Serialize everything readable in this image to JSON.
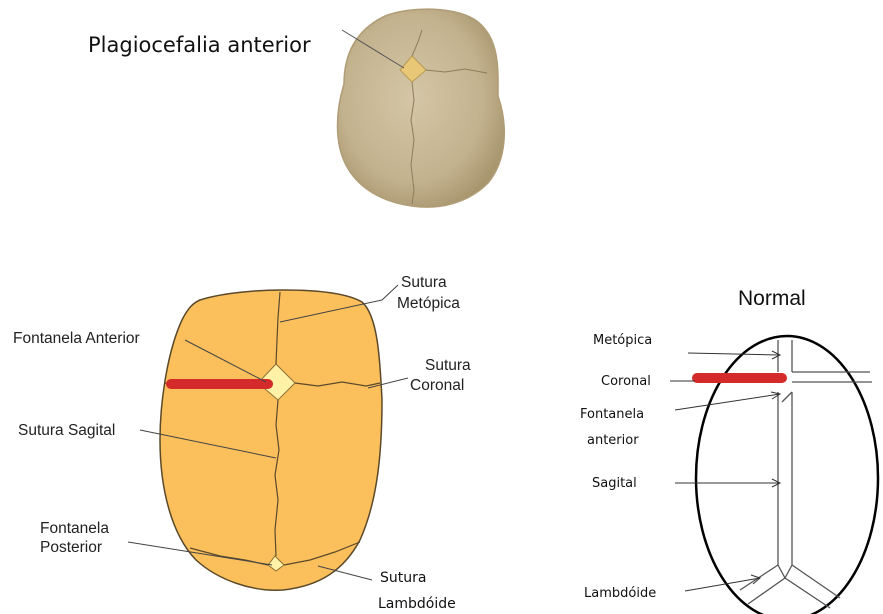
{
  "top": {
    "label": "Plagiocefalia anterior"
  },
  "middle": {
    "sutura_metopica_1": "Sutura",
    "sutura_metopica_2": "Metópica",
    "fontanela_anterior": "Fontanela Anterior",
    "sutura_coronal_1": "Sutura",
    "sutura_coronal_2": "Coronal",
    "sutura_sagital": "Sutura Sagital",
    "fontanela_posterior_1": "Fontanela",
    "fontanela_posterior_2": "Posterior",
    "sutura_lambdoide_1": "Sutura",
    "sutura_lambdoide_2": "Lambdóide"
  },
  "right": {
    "title": "Normal",
    "metopica": "Metópica",
    "coronal": "Coronal",
    "fontanela_1": "Fontanela",
    "fontanela_2": "anterior",
    "sagital": "Sagital",
    "lambdoide": "Lambdóide"
  },
  "colors": {
    "skull_top": "#c6b592",
    "skull_mid": "#fbbf5c",
    "fontanel": "#fff2a6",
    "red_marker": "#d42a2a"
  }
}
